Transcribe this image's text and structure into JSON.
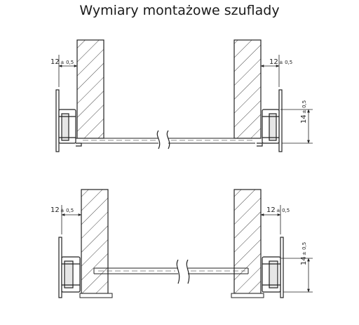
{
  "title": "Wymiary montażowe szuflady",
  "dimensions": {
    "side_gap_main": "12",
    "side_gap_tol": "± 0,5",
    "height_main": "14",
    "height_tol": "± 0,5"
  },
  "colors": {
    "line": "#222222",
    "hatch": "#444444",
    "background": "#ffffff"
  }
}
